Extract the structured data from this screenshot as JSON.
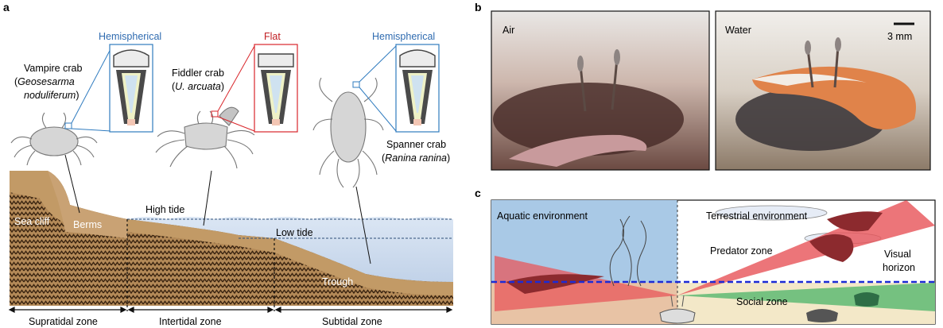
{
  "panel_a": {
    "letter": "a",
    "label_hemi_left": "Hemispherical",
    "label_flat": "Flat",
    "label_hemi_right": "Hemispherical",
    "vampire": {
      "name": "Vampire crab",
      "open": "(",
      "sci1": "Geosesarma",
      "sci2": "noduliferum",
      "close": ")"
    },
    "fiddler": {
      "name": "Fiddler crab",
      "open": "(",
      "sci": "U. arcuata",
      "close": ")"
    },
    "spanner": {
      "name": "Spanner crab",
      "open": "(",
      "sci": "Ranina ranina",
      "close": ")"
    },
    "sea_cliff": "Sea cliff",
    "berms": "Berms",
    "high_tide": "High tide",
    "low_tide": "Low tide",
    "trough": "Trough",
    "zones": [
      "Supratidal zone",
      "Intertidal zone",
      "Subtidal zone"
    ]
  },
  "panel_b": {
    "letter": "b",
    "photo_left_label": "Air",
    "photo_right_label": "Water",
    "scale_bar": "3 mm"
  },
  "panel_c": {
    "letter": "c",
    "aquatic": "Aquatic environment",
    "terrestrial": "Terrestrial environment",
    "predator_zone": "Predator zone",
    "visual_horizon_1": "Visual",
    "visual_horizon_2": "horizon",
    "social_zone": "Social zone"
  },
  "colors": {
    "sediment": "#b48a58",
    "water": "#c9d8ec",
    "hemispherical_frame": "#2f7bbf",
    "flat_frame": "#d9262b",
    "aquatic_bg": "#a9c9e6",
    "predator_zone": "#e8575b",
    "social_zone": "#59b870",
    "horizon_line": "#1c2bd6"
  }
}
